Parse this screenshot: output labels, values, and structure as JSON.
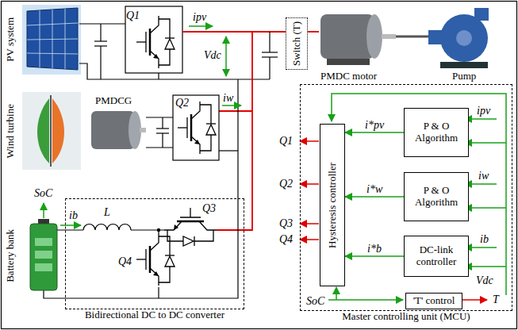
{
  "diagram": {
    "nodes": [
      {
        "text": [
          "Switch (T)"
        ]
      },
      {
        "text": [
          "Bidirectional DC to DC converter"
        ]
      },
      {
        "text": [
          "Master controlling unit (MCU)"
        ]
      },
      {
        "text": [
          "Hysteresis controller"
        ],
        "in": 2
      },
      {
        "text": [
          "P & O Algorithm"
        ],
        "in": 2
      },
      {
        "text": [
          "P & O Algorithm"
        ],
        "in": 2
      },
      {
        "text": [
          "DC-link controller"
        ],
        "in": 2
      },
      {
        "text": [
          "'T' control"
        ],
        "in": 2
      }
    ],
    "edges": [
      {
        "from": 4,
        "to": 3,
        "arrow": "to",
        "label": "i*pv"
      },
      {
        "from": 5,
        "to": 3,
        "arrow": "to",
        "label": "i*w"
      },
      {
        "from": 6,
        "to": 3,
        "arrow": "to",
        "label": "i*b"
      }
    ],
    "labels": [
      "PV system",
      "Q1",
      "ipv",
      "Vdc",
      "PMDC motor",
      "Pump",
      "Wind turbine",
      "PMDCG",
      "Q2",
      "iw",
      "Battery bank",
      "SoC",
      "ib",
      "L",
      "Q3",
      "Q4",
      "Q1",
      "Q2",
      "Q3",
      "Q4",
      "ipv",
      "iw",
      "ib",
      "Vdc",
      "SoC",
      "T"
    ]
  }
}
